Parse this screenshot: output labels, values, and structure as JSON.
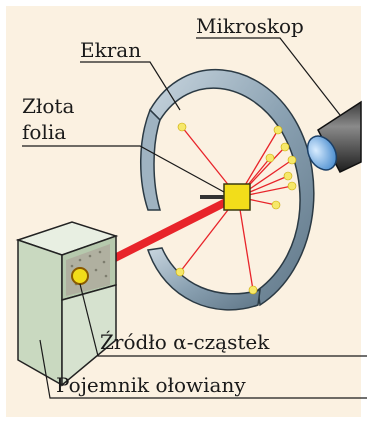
{
  "labels": {
    "microscope": "Mikroskop",
    "screen": "Ekran",
    "gold_foil_line1": "Złota",
    "gold_foil_line2": "folia",
    "alpha_source": "Źródło α-cząstek",
    "lead_container": "Pojemnik ołowiany"
  },
  "colors": {
    "background_panel": "#fbf1e1",
    "screen_metal": "#8fa6b7",
    "beam": "#e8242a",
    "foil": "#f2dd1a",
    "microscope_lens": "#7fb6e8",
    "lead_box": "#c9d9c0",
    "flash": "#f6e86a"
  }
}
